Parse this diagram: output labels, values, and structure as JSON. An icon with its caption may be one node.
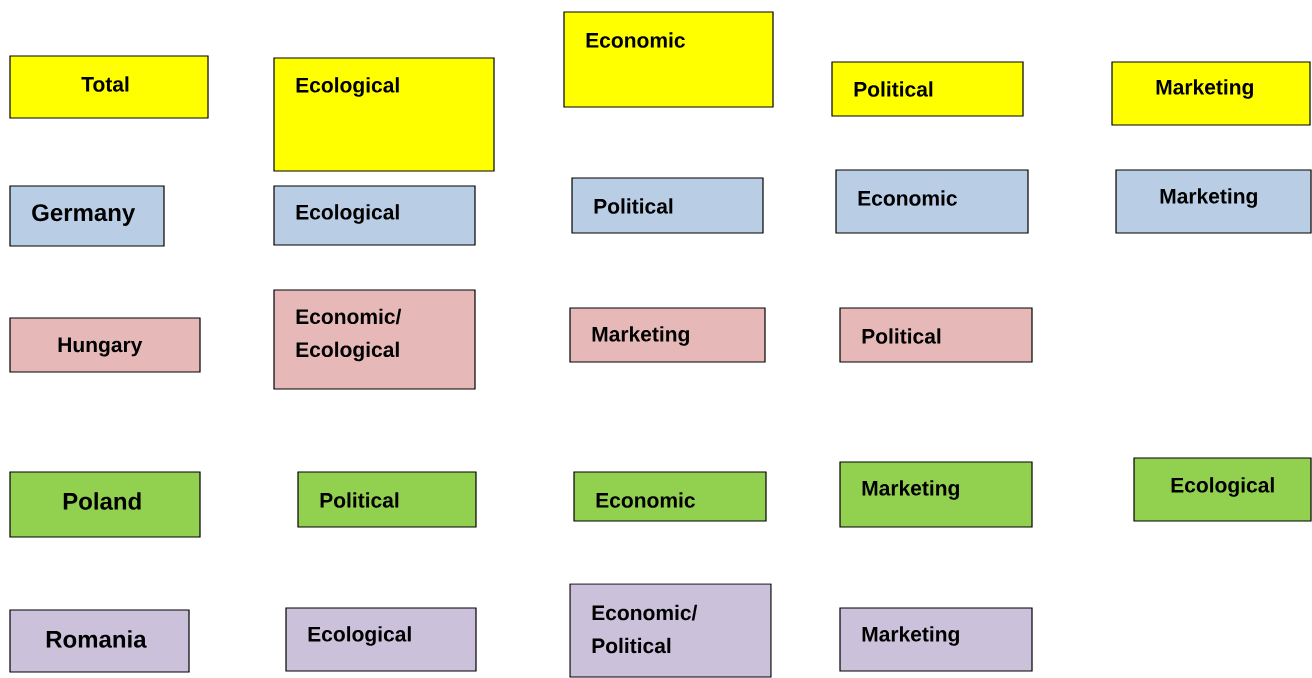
{
  "diagram": {
    "nodes": [
      {
        "text": [
          "Total"
        ]
      },
      {
        "text": [
          "Ecological"
        ]
      },
      {
        "text": [
          "Economic"
        ]
      },
      {
        "text": [
          "Political"
        ]
      },
      {
        "text": [
          "Marketing"
        ]
      },
      {
        "text": [
          "Germany"
        ]
      },
      {
        "text": [
          "Ecological"
        ]
      },
      {
        "text": [
          "Political"
        ]
      },
      {
        "text": [
          "Economic"
        ]
      },
      {
        "text": [
          "Marketing"
        ]
      },
      {
        "text": [
          "Hungary"
        ]
      },
      {
        "text": [
          "Economic/ Ecological"
        ]
      },
      {
        "text": [
          "Marketing"
        ]
      },
      {
        "text": [
          "Political"
        ]
      },
      {
        "text": [
          "Poland"
        ]
      },
      {
        "text": [
          "Political"
        ]
      },
      {
        "text": [
          "Economic"
        ]
      },
      {
        "text": [
          "Marketing"
        ]
      },
      {
        "text": [
          "Ecological"
        ]
      },
      {
        "text": [
          "Romania"
        ]
      },
      {
        "text": [
          "Ecological"
        ]
      },
      {
        "text": [
          "Economic/ Political"
        ]
      },
      {
        "text": [
          "Marketing"
        ]
      }
    ]
  }
}
